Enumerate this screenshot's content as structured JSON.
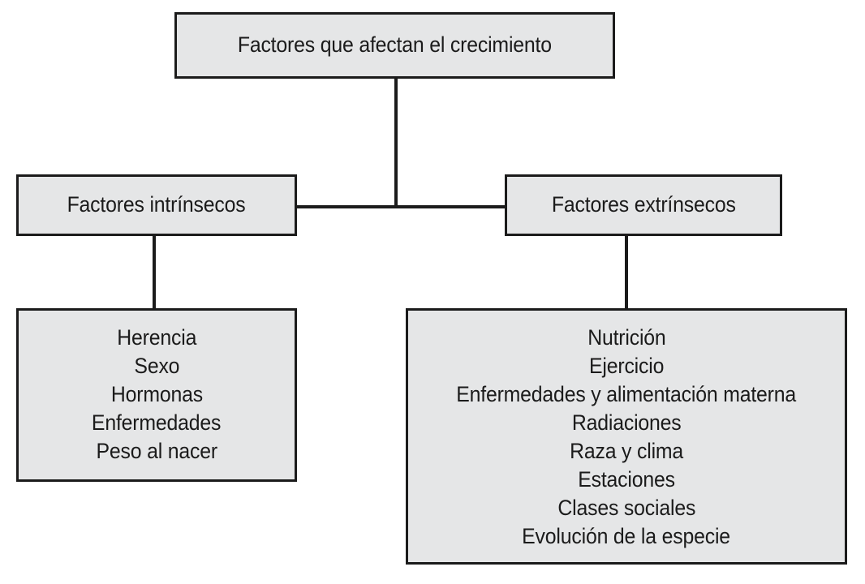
{
  "diagram": {
    "title": "Factores que afectan el crecimiento",
    "type": "hierarchy-flowchart",
    "language": "es",
    "colors": {
      "node_fill": "#e5e6e7",
      "node_border": "#1b1b1b",
      "text": "#1b1b1b",
      "background": "#ffffff",
      "connector": "#1b1b1b"
    },
    "root": {
      "label": "Factores que afectan el crecimiento"
    },
    "branches": [
      {
        "id": "intrinsic",
        "label": "Factores intrínsecos",
        "items": [
          "Herencia",
          "Sexo",
          "Hormonas",
          "Enfermedades",
          "Peso al nacer"
        ]
      },
      {
        "id": "extrinsic",
        "label": "Factores extrínsecos",
        "items": [
          "Nutrición",
          "Ejercicio",
          "Enfermedades y alimentación materna",
          "Radiaciones",
          "Raza y clima",
          "Estaciones",
          "Clases sociales",
          "Evolución de la especie"
        ]
      }
    ]
  }
}
